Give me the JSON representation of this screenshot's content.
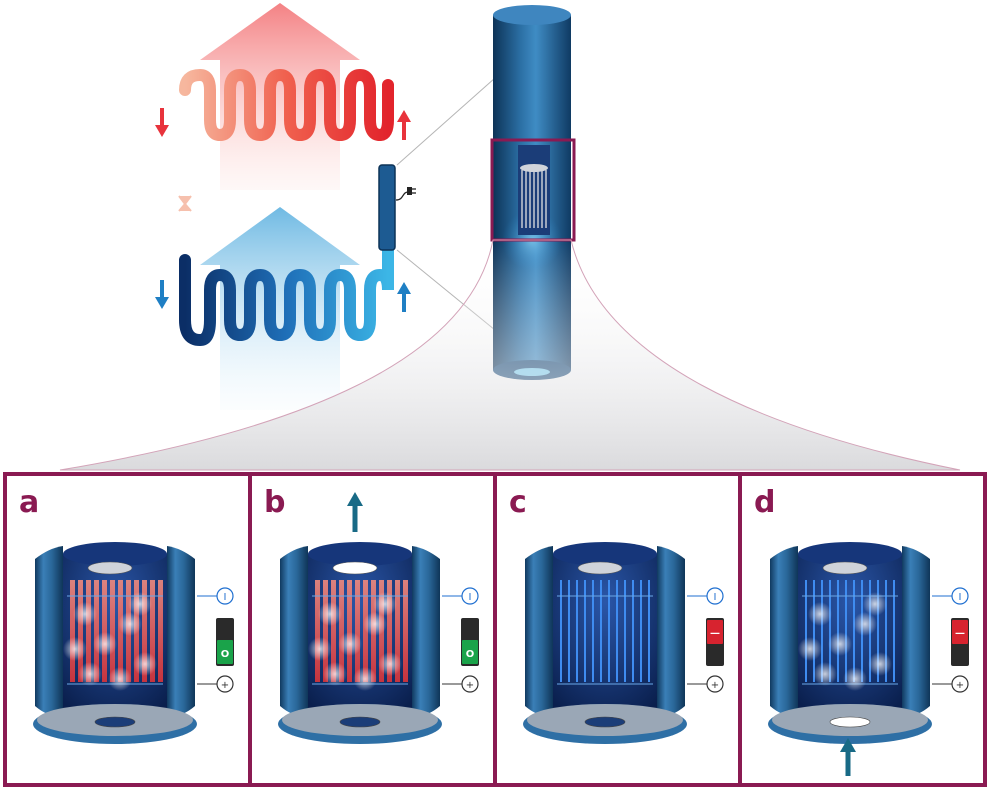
{
  "colors": {
    "frame": "#8a1a52",
    "hot": "#e8333c",
    "hot_light": "#f7b29a",
    "cold": "#1f7fc4",
    "cold_dark": "#0b2e66",
    "cyl_dark": "#0f3a63",
    "cyl_mid": "#2f78ae",
    "cyl_light": "#5ea4d6",
    "switch_on": "#1aa34a",
    "switch_off": "#d7232f",
    "arrow_teal": "#186a86"
  },
  "icons": {
    "hot_arrow": "upward-arrow-red",
    "cold_arrow": "upward-arrow-blue",
    "plug": "power-plug-icon",
    "switch": "rocker-switch-icon"
  },
  "panels": [
    {
      "id": "a",
      "label": "a",
      "fins": "hot",
      "switch": "on",
      "switch_symbol": "O",
      "vent_top": false,
      "vent_bottom": false,
      "flow": "none",
      "terminal_top": "I",
      "terminal_bottom": "+"
    },
    {
      "id": "b",
      "label": "b",
      "fins": "hot",
      "switch": "on",
      "switch_symbol": "O",
      "vent_top": true,
      "vent_bottom": false,
      "flow": "up",
      "terminal_top": "I",
      "terminal_bottom": "+"
    },
    {
      "id": "c",
      "label": "c",
      "fins": "cold",
      "switch": "off",
      "switch_symbol": "—",
      "vent_top": false,
      "vent_bottom": false,
      "flow": "none",
      "terminal_top": "I",
      "terminal_bottom": "+"
    },
    {
      "id": "d",
      "label": "d",
      "fins": "cold",
      "switch": "off",
      "switch_symbol": "—",
      "vent_top": false,
      "vent_bottom": true,
      "flow": "up",
      "terminal_top": "I",
      "terminal_bottom": "+"
    }
  ]
}
